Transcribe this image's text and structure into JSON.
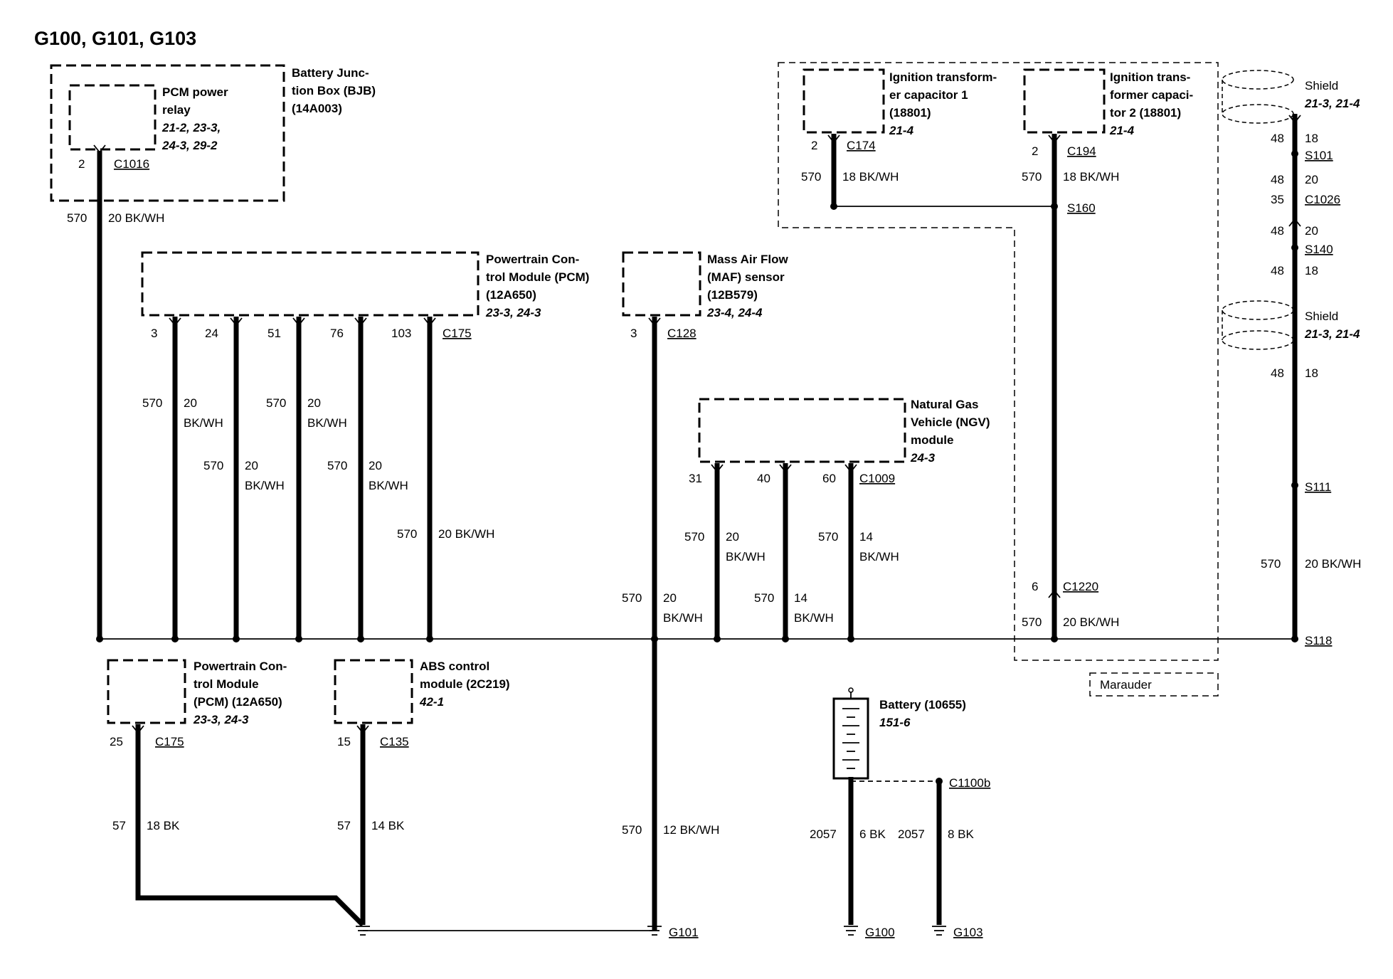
{
  "title": "G100, G101, G103",
  "components": {
    "bjb": {
      "l1": "Battery Junc-",
      "l2": "tion Box (BJB)",
      "l3": "(14A003)"
    },
    "pcm_relay": {
      "l1": "PCM power",
      "l2": "relay",
      "r1": "21-2, 23-3,",
      "r2": "24-3, 29-2"
    },
    "pcm_top": {
      "l1": "Powertrain Con-",
      "l2": "trol Module (PCM)",
      "l3": "(12A650)",
      "r1": "23-3, 24-3"
    },
    "maf": {
      "l1": "Mass Air Flow",
      "l2": "(MAF) sensor",
      "l3": "(12B579)",
      "r1": "23-4, 24-4"
    },
    "ngv": {
      "l1": "Natural Gas",
      "l2": "Vehicle (NGV)",
      "l3": "module",
      "r1": "24-3"
    },
    "itc1": {
      "l1": "Ignition transform-",
      "l2": "er capacitor 1",
      "l3": "(18801)",
      "r1": "21-4"
    },
    "itc2": {
      "l1": "Ignition trans-",
      "l2": "former capaci-",
      "l3": "tor 2 (18801)",
      "r1": "21-4"
    },
    "pcm_bottom": {
      "l1": "Powertrain Con-",
      "l2": "trol Module",
      "l3": "(PCM) (12A650)",
      "r1": "23-3, 24-3"
    },
    "abs": {
      "l1": "ABS control",
      "l2": "module (2C219)",
      "r1": "42-1"
    },
    "battery": {
      "l1": "Battery (10655)",
      "r1": "151-6"
    },
    "shield": {
      "label": "Shield",
      "ref": "21-3, 21-4"
    },
    "marauder": "Marauder"
  },
  "connectors": {
    "c1016": "C1016",
    "c175": "C175",
    "c128": "C128",
    "c1009": "C1009",
    "c174": "C174",
    "c194": "C194",
    "c1220": "C1220",
    "c135": "C135",
    "c1026": "C1026",
    "c1100b": "C1100b"
  },
  "splices": {
    "s101": "S101",
    "s140": "S140",
    "s160": "S160",
    "s111": "S111",
    "s118": "S118"
  },
  "grounds": {
    "g100": "G100",
    "g101": "G101",
    "g103": "G103"
  },
  "pins": {
    "bjb": "2",
    "pcm": [
      "3",
      "24",
      "51",
      "76",
      "103"
    ],
    "maf": "3",
    "ngv": [
      "31",
      "40",
      "60"
    ],
    "itc1": "2",
    "itc2": "2",
    "c1220": "6",
    "pcm_bottom": "25",
    "abs": "15",
    "c1026": "35"
  },
  "wires": {
    "circuit": "570",
    "gnd_circuit": "57",
    "bat_circuit": "2057",
    "shield_circuit": "48",
    "w20bkwh": "20 BK/WH",
    "w18bkwh": "18 BK/WH",
    "w12bkwh": "12 BK/WH",
    "g20": "20",
    "g18": "18",
    "g14": "14",
    "bkwh": "BK/WH",
    "w18bk": "18 BK",
    "w14bk": "14 BK",
    "w6bk": "6 BK",
    "w8bk": "8 BK"
  }
}
